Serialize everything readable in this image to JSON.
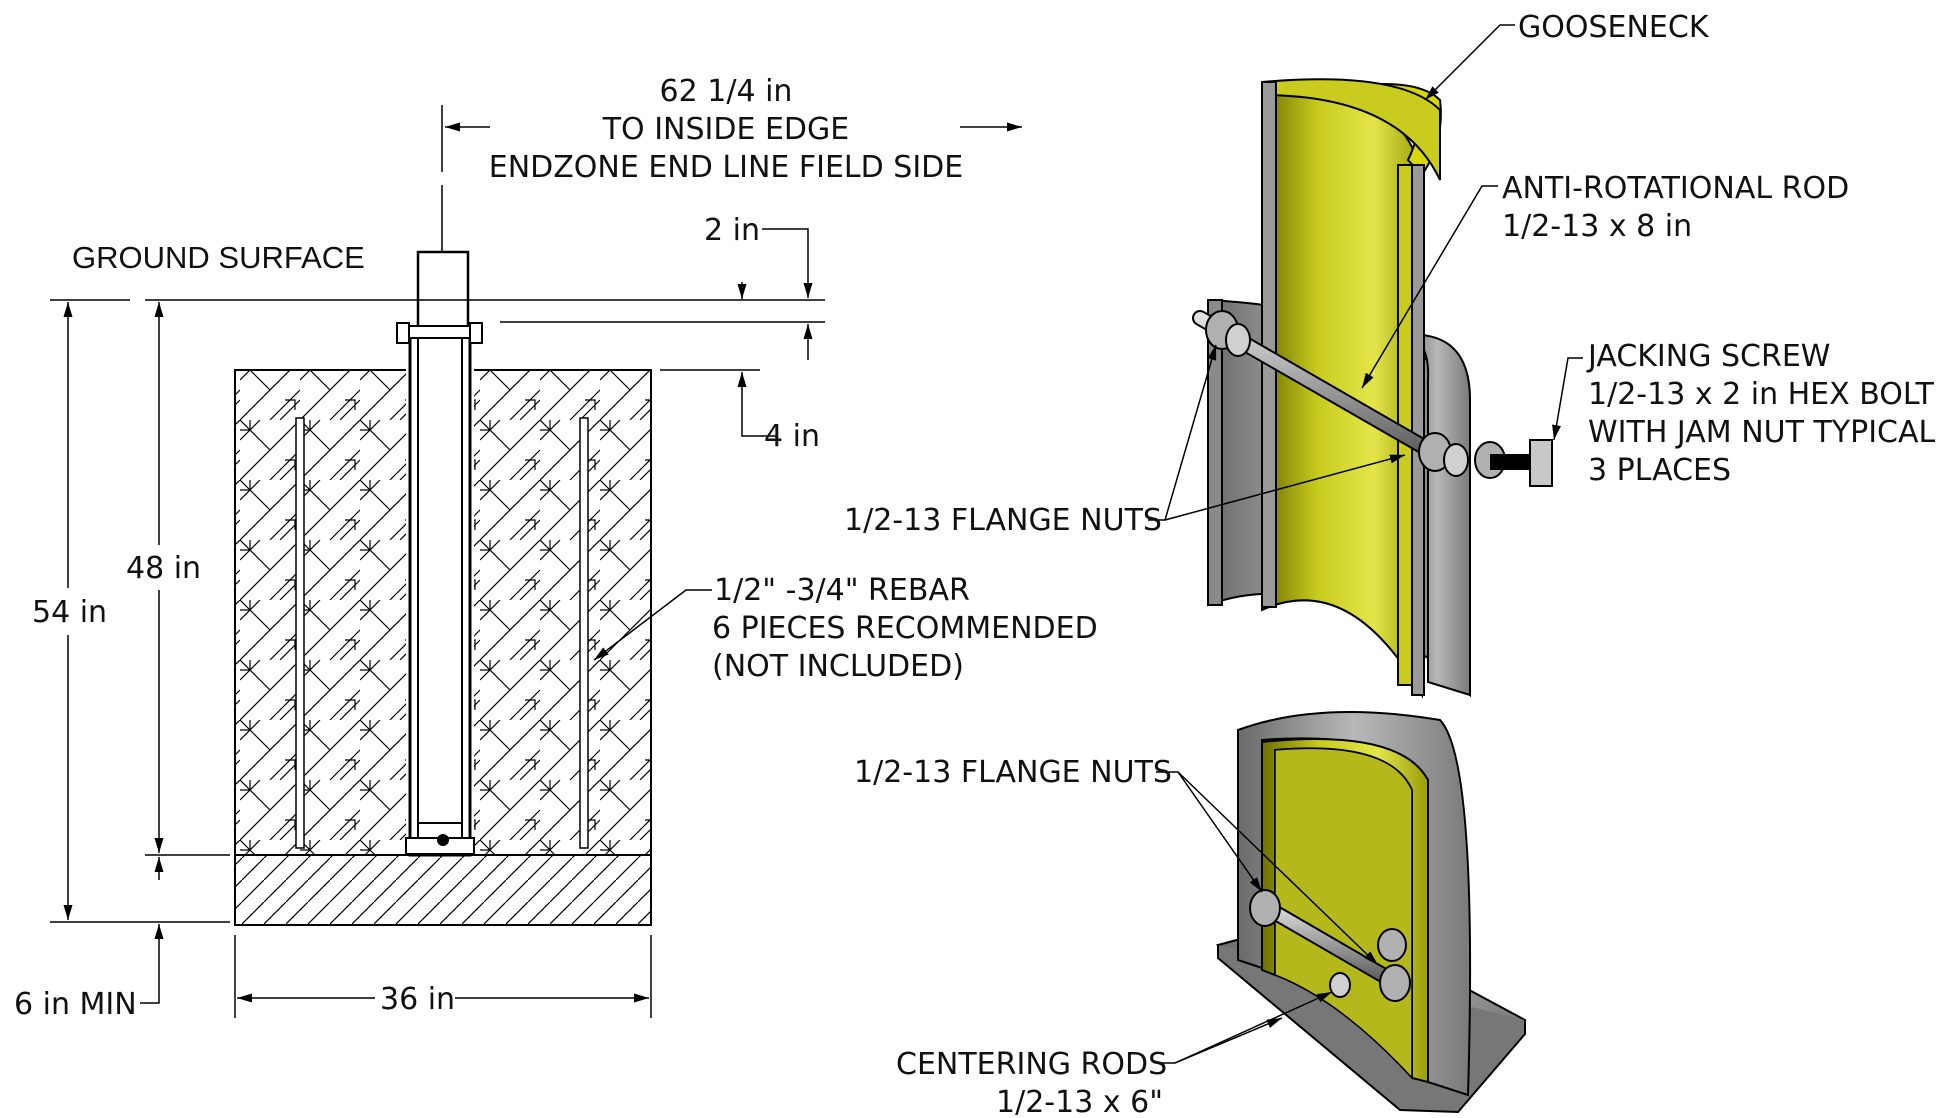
{
  "section": {
    "ground_label": "GROUND SURFACE",
    "offset_dim": [
      "62 1/4 in",
      "TO INSIDE EDGE",
      "ENDZONE END LINE FIELD SIDE"
    ],
    "dim_2in": "2 in",
    "dim_4in": "4 in",
    "dim_48in": "48 in",
    "dim_54in": "54 in",
    "dim_6in": "6 in MIN",
    "dim_36in": "36 in",
    "rebar_note": [
      "1/2\" -3/4\" REBAR",
      "6 PIECES RECOMMENDED",
      "(NOT INCLUDED)"
    ]
  },
  "detail": {
    "gooseneck": "GOOSENECK",
    "anti_rod": [
      "ANTI-ROTATIONAL ROD",
      "1/2-13 x 8 in"
    ],
    "jacking": [
      "JACKING SCREW",
      "1/2-13 x 2 in HEX BOLT",
      "WITH JAM NUT TYPICAL",
      "3 PLACES"
    ],
    "flange_upper": "1/2-13 FLANGE NUTS",
    "flange_lower": "1/2-13 FLANGE NUTS",
    "centering": [
      "CENTERING RODS",
      "1/2-13 x 6\""
    ]
  },
  "colors": {
    "sleeve_yellow": "#b5b81a",
    "sleeve_gray": "#9a9a9a",
    "plate_gray": "#c8c8c8"
  }
}
